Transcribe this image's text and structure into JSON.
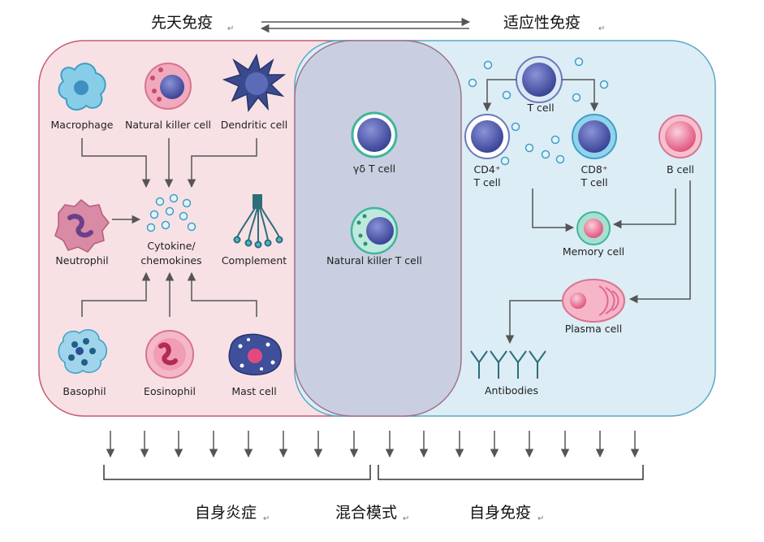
{
  "header": {
    "innate_title": "先天免疫",
    "adaptive_title": "适应性免疫",
    "return_mark": "↵"
  },
  "innate": {
    "macrophage": "Macrophage",
    "nk_cell": "Natural killer cell",
    "dendritic": "Dendritic cell",
    "neutrophil": "Neutrophil",
    "cytokine_line1": "Cytokine/",
    "cytokine_line2": "chemokines",
    "complement": "Complement",
    "basophil": "Basophil",
    "eosinophil": "Eosinophil",
    "mast": "Mast cell"
  },
  "overlap": {
    "gd_t": "γδ T cell",
    "nkt": "Natural killer T cell"
  },
  "adaptive": {
    "t_cell": "T cell",
    "cd4_line1": "CD4⁺",
    "cd4_line2": "T cell",
    "cd8_line1": "CD8⁺",
    "cd8_line2": "T cell",
    "b_cell": "B cell",
    "memory": "Memory cell",
    "plasma": "Plasma cell",
    "antibodies": "Antibodies"
  },
  "footer": {
    "autoinflammation": "自身炎症",
    "mixed": "混合模式",
    "autoimmunity": "自身免疫"
  },
  "colors": {
    "innate_fill": "#f7e1e5",
    "innate_border": "#c45a75",
    "adaptive_fill": "#dcedf5",
    "adaptive_border": "#5aa8c4",
    "overlap_fill": "#c9cfe0",
    "arrow": "#555555"
  }
}
